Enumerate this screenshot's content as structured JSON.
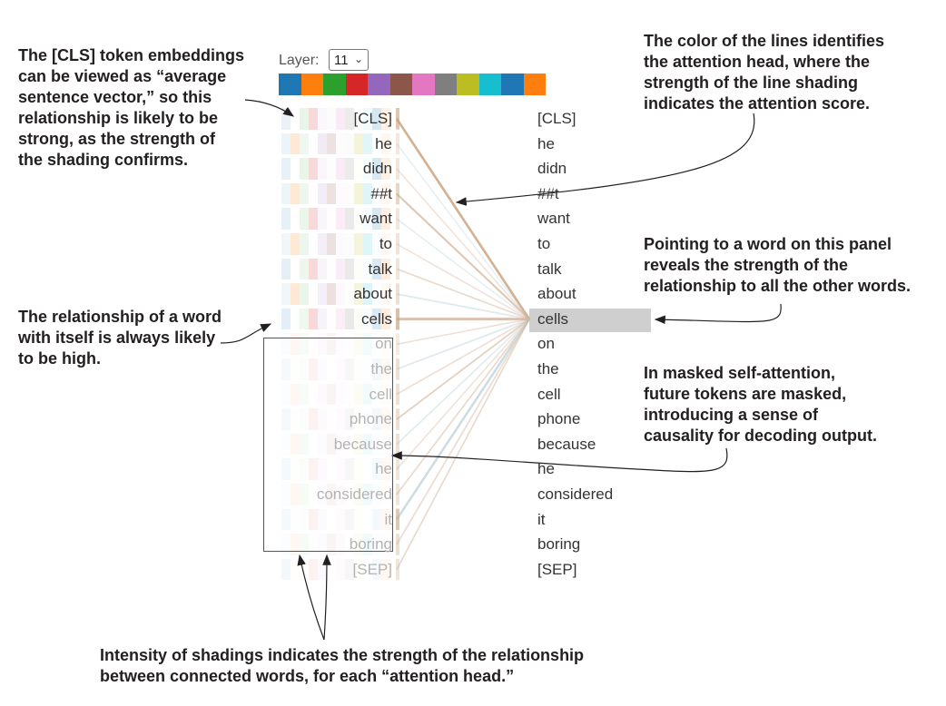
{
  "layer_control": {
    "label": "Layer:",
    "value": "11"
  },
  "head_colors": [
    "#1f77b4",
    "#ff7f0e",
    "#2ca02c",
    "#d62728",
    "#9467bd",
    "#8c564b",
    "#e377c2",
    "#7f7f7f",
    "#bcbd22",
    "#17becf",
    "#1f77b4",
    "#ff7f0e"
  ],
  "line_color": "#c8a07a",
  "selected_token": "cells",
  "left_tokens": [
    "[CLS]",
    "he",
    "didn",
    "##t",
    "want",
    "to",
    "talk",
    "about",
    "cells",
    "on",
    "the",
    "cell",
    "phone",
    "because",
    "he",
    "considered",
    "it",
    "boring",
    "[SEP]"
  ],
  "right_tokens": [
    "[CLS]",
    "he",
    "didn",
    "##t",
    "want",
    "to",
    "talk",
    "about",
    "cells",
    "on",
    "the",
    "cell",
    "phone",
    "because",
    "he",
    "considered",
    "it",
    "boring",
    "[SEP]"
  ],
  "masked_from_index": 9,
  "attention_to_selected": [
    0.75,
    0.15,
    0.18,
    0.45,
    0.18,
    0.2,
    0.2,
    0.3,
    0.85,
    0.12,
    0.3,
    0.25,
    0.3,
    0.25,
    0.2,
    0.2,
    0.7,
    0.3,
    0.2
  ],
  "callouts": {
    "cls": "The [CLS] token embeddings\ncan be viewed as “average\nsentence vector,” so this\nrelationship is likely to be\nstrong, as the strength of\nthe shading confirms.",
    "line_color": "The color of the lines identifies\nthe attention head, where the\nstrength of the line shading\nindicates the attention score.",
    "pointing": "Pointing to a word on this panel\nreveals the strength of the\nrelationship to all the other words.",
    "self": "The relationship of a word\nwith itself is always likely\nto be high.",
    "masked": "In masked self-attention,\nfuture tokens are masked,\nintroducing a sense of\ncausality for decoding output.",
    "intensity": "Intensity of shadings indicates the strength of the relationship\nbetween connected words, for each “attention head.”"
  }
}
